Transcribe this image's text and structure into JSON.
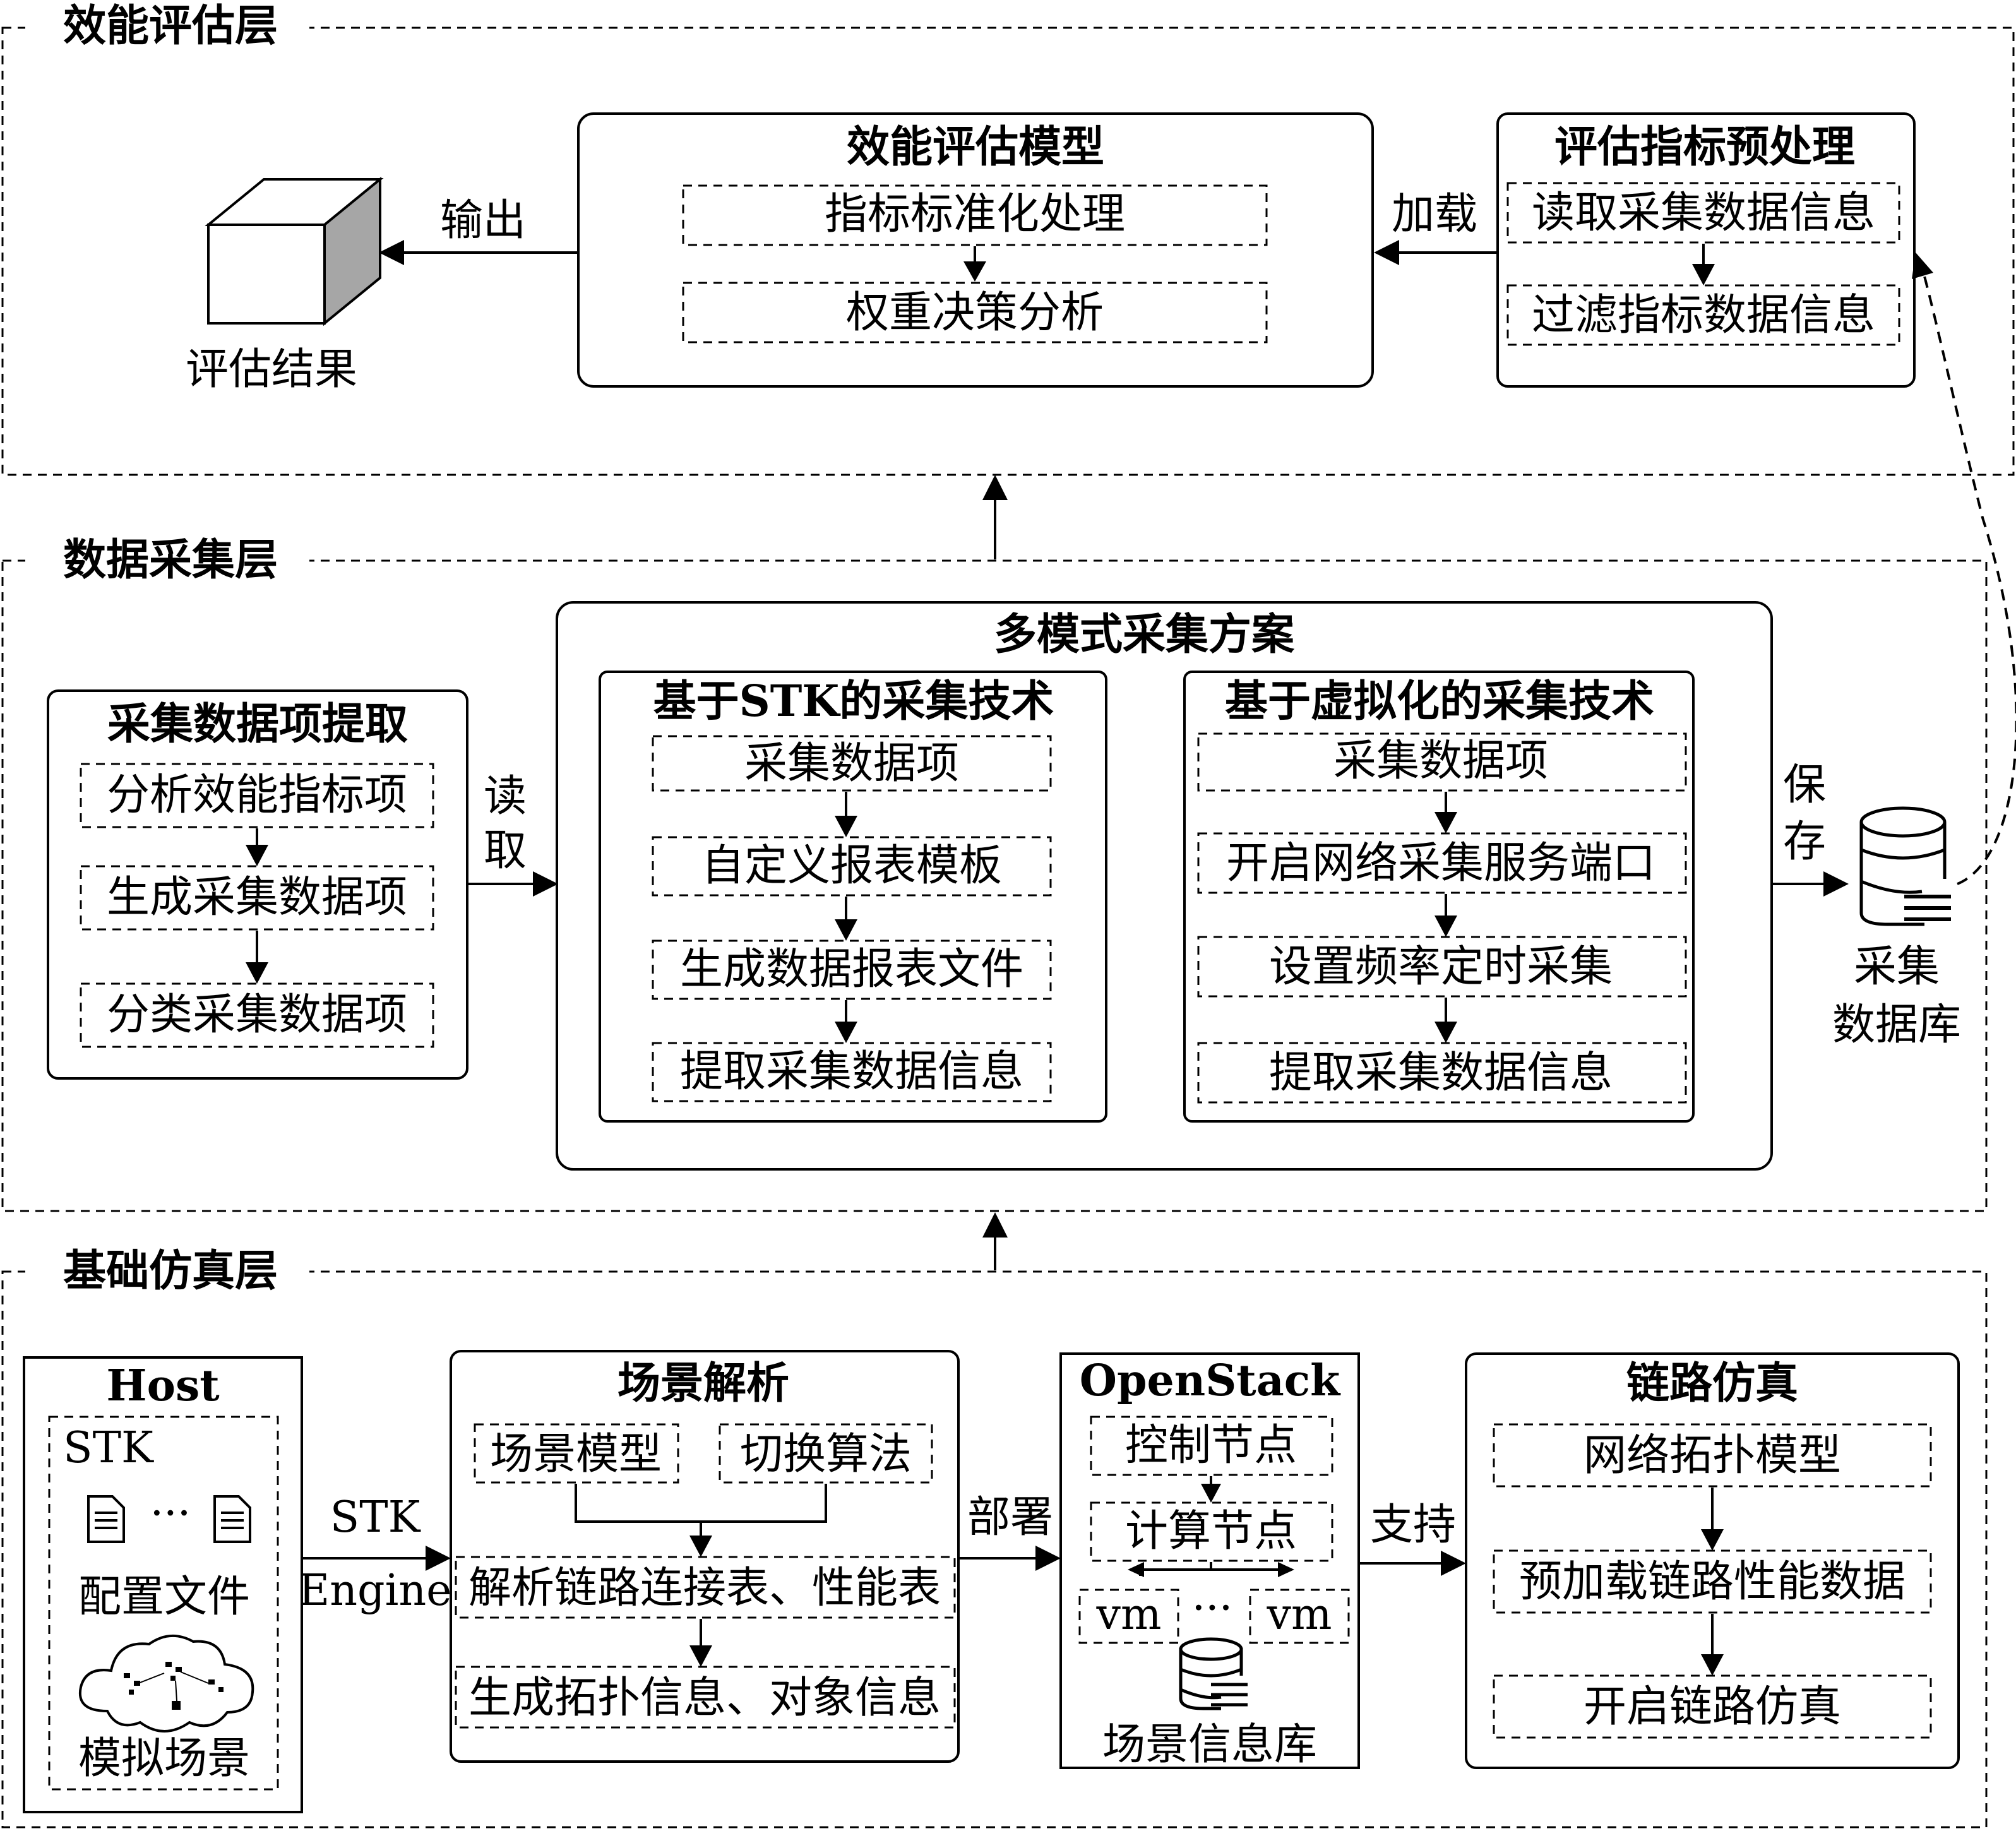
{
  "layers": {
    "evaluation": "效能评估层",
    "collection": "数据采集层",
    "simulation": "基础仿真层"
  },
  "evaluation": {
    "model": {
      "title": "效能评估模型",
      "steps": [
        "指标标准化处理",
        "权重决策分析"
      ]
    },
    "preprocess": {
      "title": "评估指标预处理",
      "steps": [
        "读取采集数据信息",
        "过滤指标数据信息"
      ]
    },
    "result_label": "评估结果",
    "arrow_output": "输出",
    "arrow_load": "加载"
  },
  "collection": {
    "extract": {
      "title": "采集数据项提取",
      "steps": [
        "分析效能指标项",
        "生成采集数据项",
        "分类采集数据项"
      ]
    },
    "arrow_read": [
      "读",
      "取"
    ],
    "scheme_title": "多模式采集方案",
    "stk": {
      "title": "基于STK的采集技术",
      "steps": [
        "采集数据项",
        "自定义报表模板",
        "生成数据报表文件",
        "提取采集数据信息"
      ]
    },
    "virt": {
      "title": "基于虚拟化的采集技术",
      "steps": [
        "采集数据项",
        "开启网络采集服务端口",
        "设置频率定时采集",
        "提取采集数据信息"
      ]
    },
    "arrow_save": [
      "保",
      "存"
    ],
    "db_label": [
      "采集",
      "数据库"
    ]
  },
  "simulation": {
    "host": {
      "title": "Host",
      "stk_label": "STK",
      "ellipsis": "···",
      "config_label": "配置文件",
      "scene_label": "模拟场景"
    },
    "arrow_engine": [
      "STK",
      "Engine"
    ],
    "scene": {
      "title": "场景解析",
      "inputs": [
        "场景模型",
        "切换算法"
      ],
      "steps": [
        "解析链路连接表、性能表",
        "生成拓扑信息、对象信息"
      ]
    },
    "arrow_deploy": "部署",
    "openstack": {
      "title": "OpenStack",
      "control": "控制节点",
      "compute": "计算节点",
      "vm": "vm",
      "ellipsis": "···",
      "db_label": "场景信息库"
    },
    "arrow_support": "支持",
    "link": {
      "title": "链路仿真",
      "steps": [
        "网络拓扑模型",
        "预加载链路性能数据",
        "开启链路仿真"
      ]
    }
  }
}
